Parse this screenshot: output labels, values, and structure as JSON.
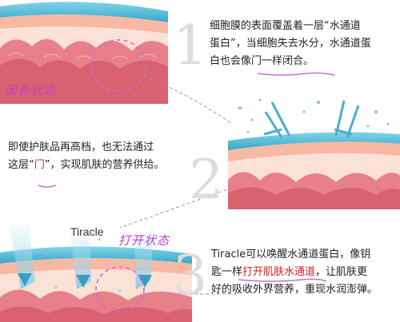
{
  "steps": [
    {
      "number": "1",
      "lines": [
        [
          "细胞膜的表面覆盖着一层“水通道"
        ],
        [
          "蛋白”，当细胞失去水分，水通道蛋"
        ],
        [
          "白也会像门一样闭合。"
        ]
      ]
    },
    {
      "number": "2",
      "line1": "即使护肤品再高档，也无法通过",
      "line2_pre": "这层“",
      "line2_hl": "门",
      "line2_post": "”，实现肌肤的营养供给。"
    },
    {
      "number": "3",
      "line1": "Tiracle可以唤醒水通道蛋白，像钥",
      "line2_pre": "匙一样",
      "line2_hl": "打开肌肤水通道",
      "line2_post": "，让肌肤更",
      "line3": "好的吸收外界营养，重现水润澎弹。"
    }
  ],
  "annotations": {
    "closed_state": "闭合状态",
    "open_state": "打开状态"
  },
  "product_label": "Tiracle"
}
